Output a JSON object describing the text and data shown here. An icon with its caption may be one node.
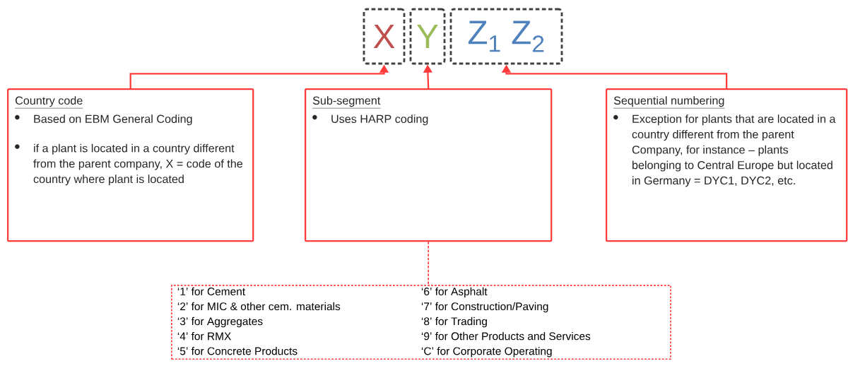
{
  "diagram": {
    "nodes": [
      {
        "text": [
          "X"
        ]
      },
      {
        "text": [
          "Y"
        ]
      },
      {
        "text": [
          "Z$_{1}$ Z$_{2}$"
        ]
      },
      {
        "text": [
          "Country code",
          "Based on EBM General Coding",
          "if a plant is located in a country different from the parent company, X = code of the country where plant is located"
        ]
      },
      {
        "text": [
          "Sub-segment",
          "Uses HARP coding"
        ]
      },
      {
        "text": [
          "Sequential numbering",
          "Exception for plants that are located in a country different from the parent Company, for instance – plants belonging to Central Europe but located in Germany = DYC1, DYC2, etc."
        ]
      },
      {
        "text": [
          "‘1’ for Cement",
          "‘2’ for MIC & other cem. materials",
          "‘3’ for Aggregates",
          "‘4’ for RMX",
          "‘5’ for Concrete Products",
          "‘6’ for Asphalt",
          "‘7’ for Construction/Paving",
          "‘8’ for Trading",
          "‘9’ for Other Products and Services",
          "‘C’ for Corporate Operating"
        ]
      }
    ],
    "edges": [
      {
        "from": 3,
        "to": 0,
        "arrow": "to"
      },
      {
        "from": 4,
        "to": 1,
        "arrow": "to"
      },
      {
        "from": 5,
        "to": 2,
        "arrow": "to"
      },
      {
        "from": 4,
        "to": 6,
        "arrow": "none",
        "style": "dashed"
      }
    ]
  }
}
